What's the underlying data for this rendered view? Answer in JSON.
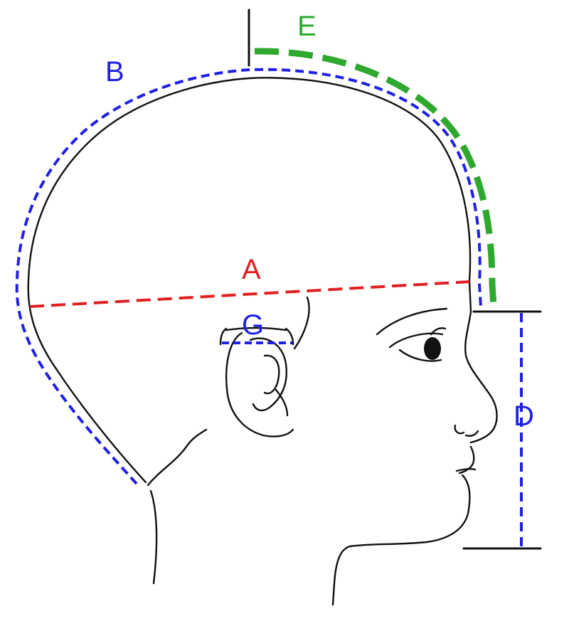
{
  "labels": {
    "A": "A",
    "B": "B",
    "D": "D",
    "E": "E",
    "G": "G"
  },
  "colors": {
    "A": "#e02020",
    "B": "#1f1fe6",
    "D": "#1f1fe6",
    "E": "#2ea82e",
    "G": "#1f1fe6",
    "outline": "#111111"
  },
  "icons": {
    "figure": "infant-head-profile"
  }
}
